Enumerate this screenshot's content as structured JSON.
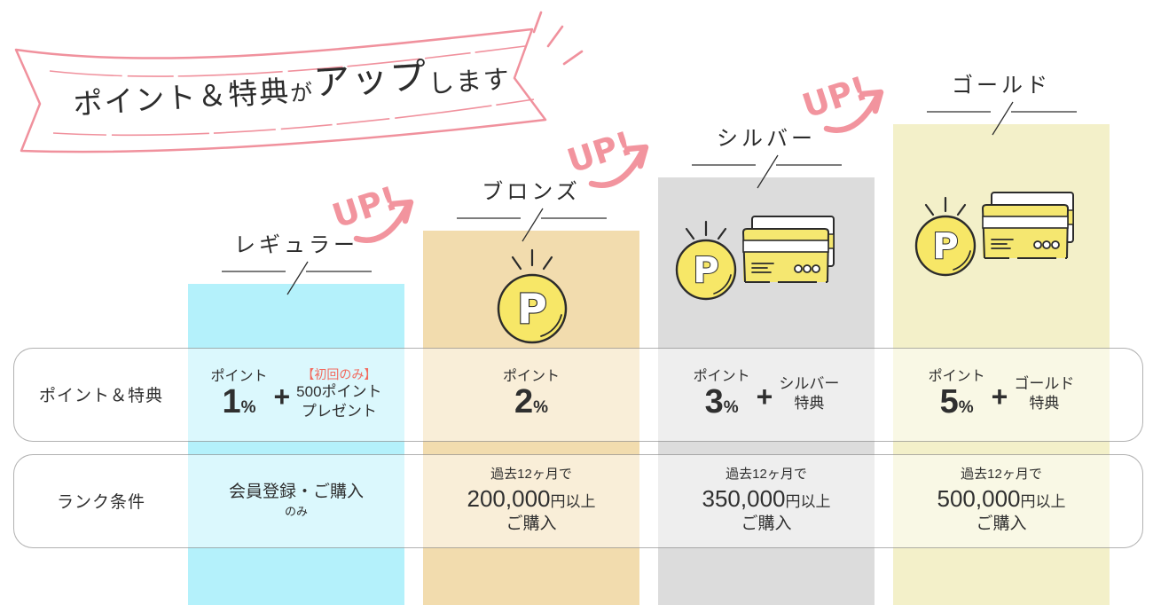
{
  "banner": {
    "segment_main": "ポイント＆特典",
    "segment_ga": "が",
    "segment_up": "アップ",
    "segment_shimasu": "します"
  },
  "up_arrow_label": "UP!",
  "row_labels": {
    "benefits": "ポイント＆特典",
    "rank": "ランク条件"
  },
  "coin_letter": "P",
  "tiers": {
    "regular": {
      "name": "レギュラー",
      "color": "#b4f1fb",
      "point_label": "ポイント",
      "point_value": "1",
      "point_unit": "%",
      "plus": "+",
      "bonus_note": "【初回のみ】",
      "bonus_line1": "500ポイント",
      "bonus_line2": "プレゼント",
      "condition_line1": "会員登録・ご購入",
      "condition_line2": "のみ"
    },
    "bronze": {
      "name": "ブロンズ",
      "color": "#f2dcae",
      "point_label": "ポイント",
      "point_value": "2",
      "point_unit": "%",
      "condition_line1": "過去12ヶ月で",
      "condition_amount": "200,000",
      "condition_amount_unit": "円以上",
      "condition_line3": "ご購入"
    },
    "silver": {
      "name": "シルバー",
      "color": "#dcdcdc",
      "point_label": "ポイント",
      "point_value": "3",
      "point_unit": "%",
      "plus": "+",
      "bonus_line1": "シルバー",
      "bonus_line2": "特典",
      "condition_line1": "過去12ヶ月で",
      "condition_amount": "350,000",
      "condition_amount_unit": "円以上",
      "condition_line3": "ご購入"
    },
    "gold": {
      "name": "ゴールド",
      "color": "#f3f0c9",
      "point_label": "ポイント",
      "point_value": "5",
      "point_unit": "%",
      "plus": "+",
      "bonus_line1": "ゴールド",
      "bonus_line2": "特典",
      "condition_line1": "過去12ヶ月で",
      "condition_amount": "500,000",
      "condition_amount_unit": "円以上",
      "condition_line3": "ご購入"
    }
  },
  "colors": {
    "accent_pink": "#f2949e",
    "highlight_red": "#f26a5e",
    "coin_yellow": "#f7e767",
    "outline_dark": "#2b2b2b"
  }
}
